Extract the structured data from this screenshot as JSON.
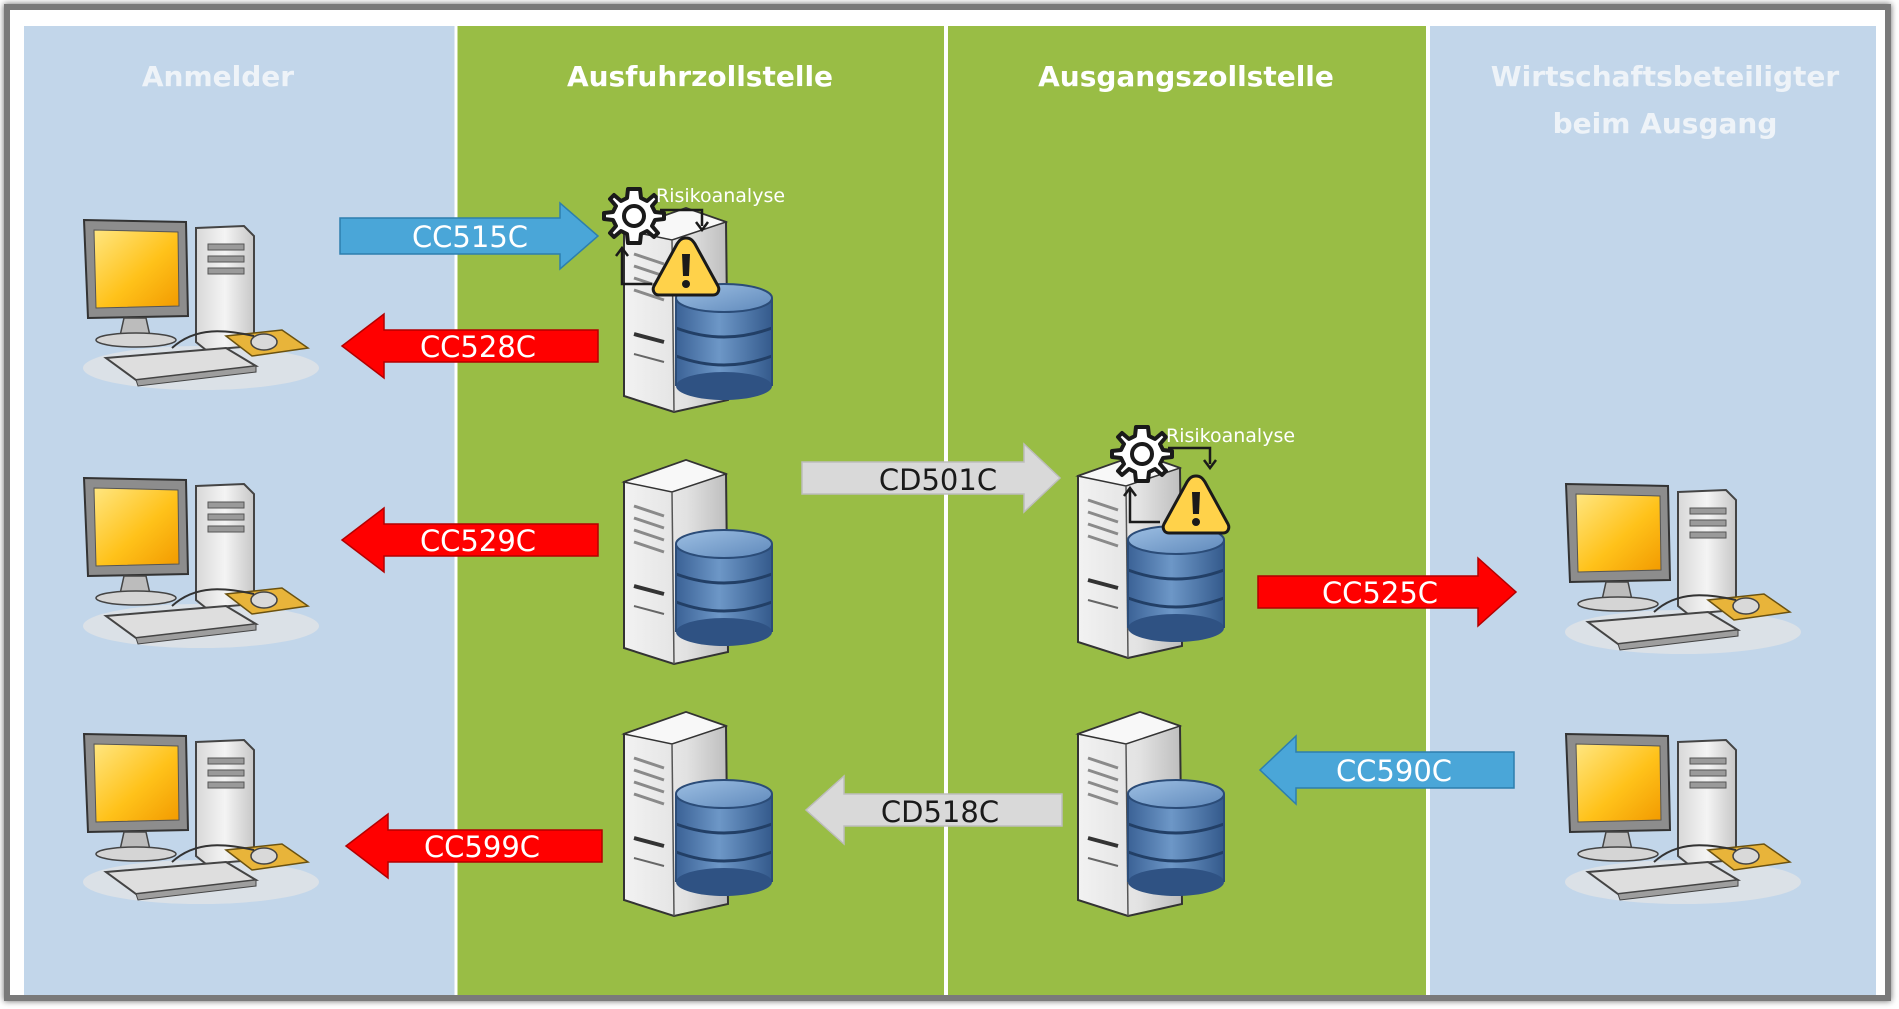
{
  "colors": {
    "light_lane": "#c2d6ea",
    "green_lane": "#99bd45",
    "lane_title_light": "#eef3f8",
    "lane_title_green": "#ffffff",
    "blue_arrow": "#4aa6d8",
    "red_arrow": "#ff0000",
    "gray_arrow": "#d9d9d9",
    "db_blue": "#4e79ab",
    "warning_yellow": "#ffd24a"
  },
  "lanes": [
    {
      "title_lines": [
        "Anmelder"
      ]
    },
    {
      "title_lines": [
        "Ausfuhrzollstelle"
      ]
    },
    {
      "title_lines": [
        "Ausgangszollstelle"
      ]
    },
    {
      "title_lines": [
        "Wirtschaftsbeteiligter",
        "beim Ausgang"
      ]
    }
  ],
  "risk_label": "Risikoanalyse",
  "messages": [
    {
      "label": "CC515C",
      "color": "blue",
      "direction": "right"
    },
    {
      "label": "CC528C",
      "color": "red",
      "direction": "left"
    },
    {
      "label": "CC529C",
      "color": "red",
      "direction": "left"
    },
    {
      "label": "CD501C",
      "color": "gray",
      "direction": "right"
    },
    {
      "label": "CC525C",
      "color": "red",
      "direction": "right"
    },
    {
      "label": "CC590C",
      "color": "blue",
      "direction": "left"
    },
    {
      "label": "CD518C",
      "color": "gray",
      "direction": "left"
    },
    {
      "label": "CC599C",
      "color": "red",
      "direction": "left"
    }
  ],
  "icons": {
    "computer": "desktop-computer-icon",
    "server": "server-icon",
    "database": "database-icon",
    "gear": "gear-icon",
    "warning": "warning-icon"
  }
}
